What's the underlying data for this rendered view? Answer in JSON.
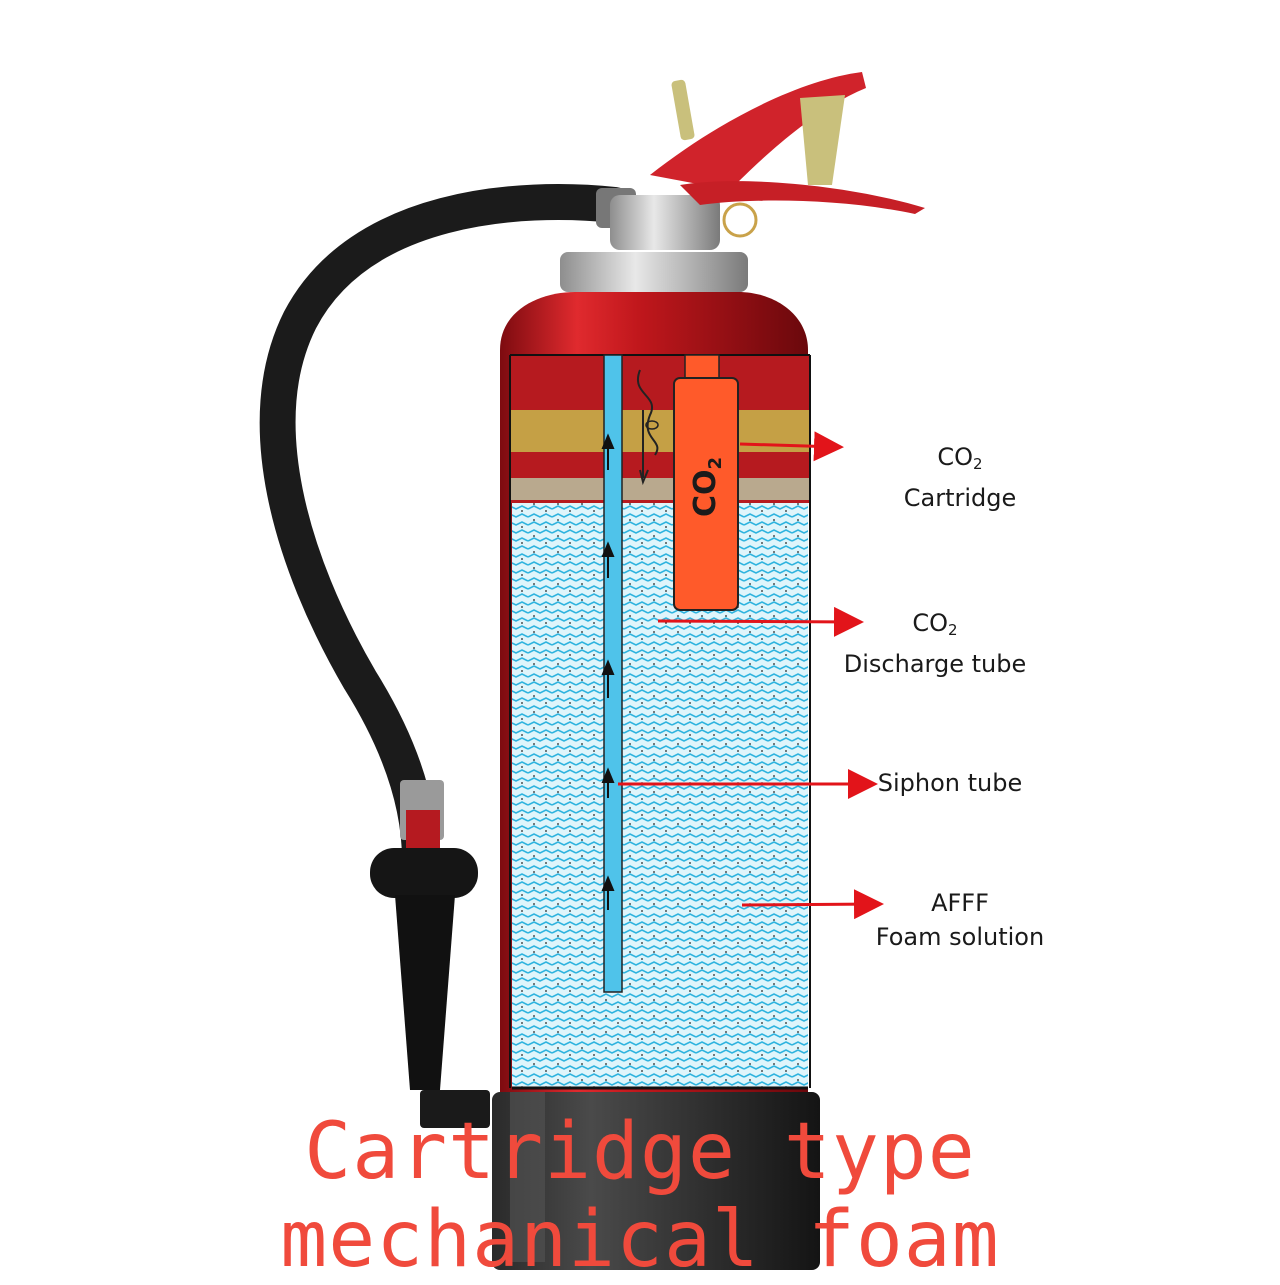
{
  "title_lines": [
    "Cartridge type",
    "mechanical foam"
  ],
  "cartridge_text": {
    "main": "CO",
    "sub": "2"
  },
  "labels": {
    "co2_cartridge": {
      "chem": "CO",
      "sub": "2",
      "line2": "Cartridge"
    },
    "co2_discharge_tube": {
      "chem": "CO",
      "sub": "2",
      "line2": "Discharge tube"
    },
    "siphon_tube": "Siphon tube",
    "afff_foam_solution": {
      "line1": "AFFF",
      "line2": "Foam solution"
    }
  },
  "colors": {
    "cylinder_red": "#c0171c",
    "cartridge_orange": "#ff5a2a",
    "foam_blue": "#a9e6f5",
    "siphon_blue": "#4fc3ea",
    "pointer_red": "#e2141a",
    "title_red": "#f04a3c",
    "hose_black": "#1b1b1b"
  },
  "icons": [
    "fire-extinguisher-illustration",
    "pointer-arrows",
    "flow-up-arrows"
  ]
}
